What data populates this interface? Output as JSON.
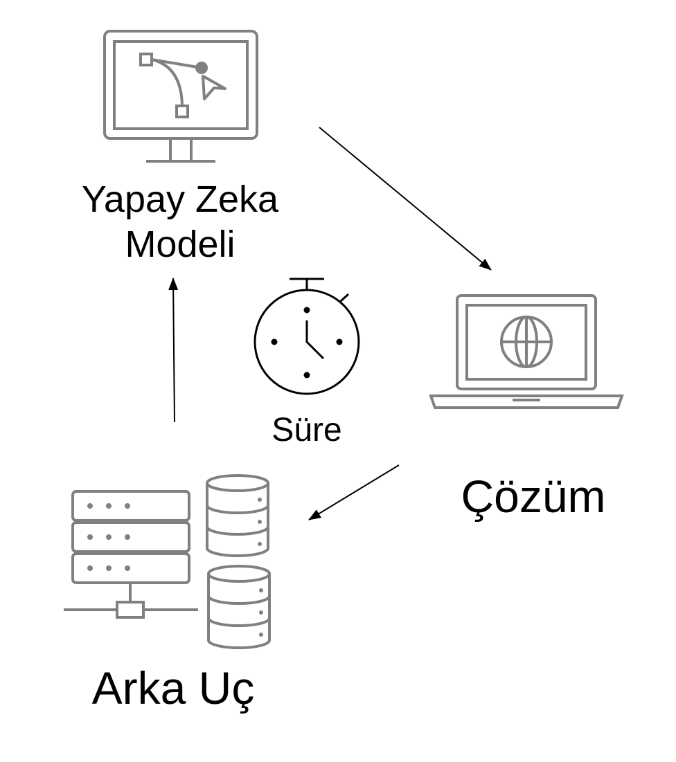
{
  "nodes": {
    "ai_model": {
      "line1": "Yapay Zeka",
      "line2": "Modeli",
      "icon": "monitor-bezier-cursor-icon"
    },
    "timer": {
      "label": "Süre",
      "icon": "stopwatch-icon"
    },
    "solution": {
      "label": "Çözüm",
      "icon": "laptop-globe-icon"
    },
    "backend": {
      "label": "Arka Uç",
      "icon": "server-database-icon"
    }
  },
  "edges": [
    {
      "from": "ai_model",
      "to": "solution"
    },
    {
      "from": "solution",
      "to": "backend"
    },
    {
      "from": "backend",
      "to": "ai_model"
    }
  ],
  "colors": {
    "icon": "#808080",
    "text": "#000000",
    "arrow": "#000000",
    "background": "#ffffff"
  }
}
